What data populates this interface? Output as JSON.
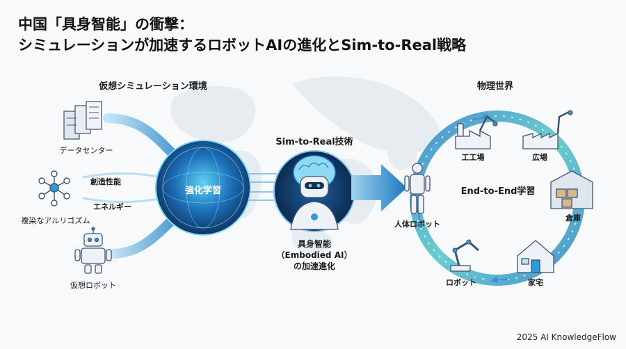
{
  "title": {
    "line1": "中国「具身智能」の衝撃：",
    "line2": "シミュレーションが加速するロボットAIの進化とSim-to-Real戦略"
  },
  "left": {
    "heading": "仮想シミュレーション環境",
    "datacenter": "データセンター",
    "creativity": "創造性能",
    "energy": "エネルギー",
    "algorithms": "複染なアルリゴズム",
    "virtual_robot": "仮想ロボット"
  },
  "hub": {
    "label": "強化学習"
  },
  "middle": {
    "heading": "Sim-to-Real技術",
    "line1": "具身智能",
    "line2": "（Embodied AI）",
    "line3": "の加速進化"
  },
  "right": {
    "heading": "物理世界",
    "factory": "工工場",
    "plaza": "広場",
    "warehouse": "倉庫",
    "home": "家宅",
    "robot": "ロボット",
    "humanoid": "人体ロボット",
    "center": "End-to-End学習"
  },
  "footer": "2025 AI KnowledgeFlow",
  "colors": {
    "accent": "#2f9bd6",
    "dark": "#0d2a52",
    "teal": "#52c6c4"
  }
}
